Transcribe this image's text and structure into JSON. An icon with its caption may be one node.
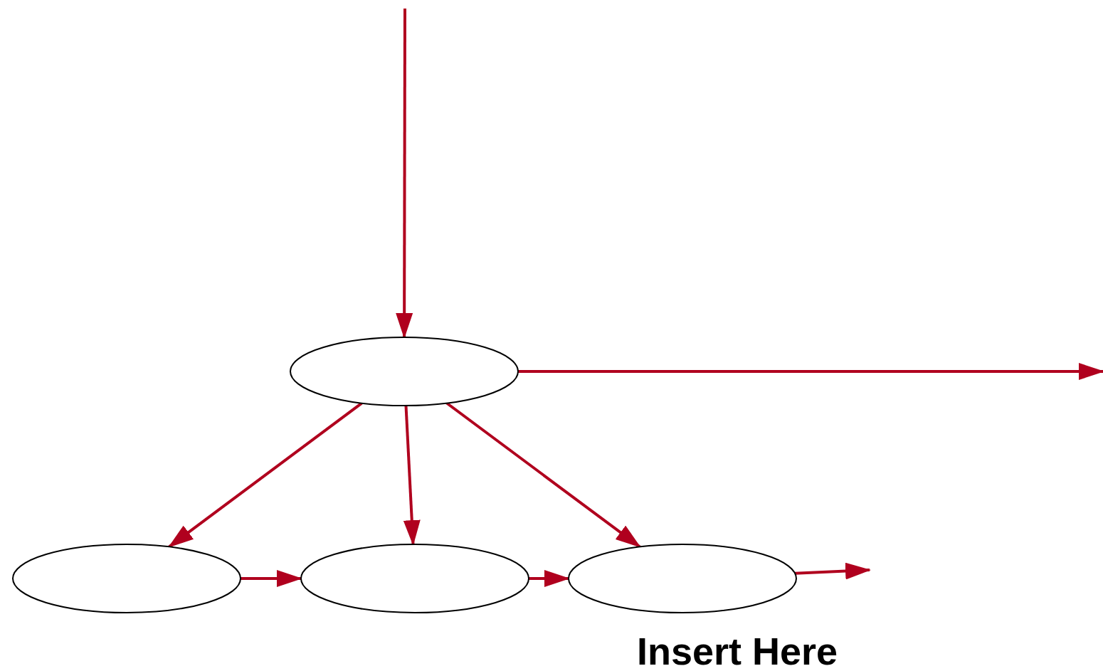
{
  "diagram": {
    "nodes": [
      {
        "text": [],
        "shape": "ellipse"
      },
      {
        "text": [],
        "shape": "ellipse"
      },
      {
        "text": [],
        "shape": "ellipse"
      },
      {
        "text": [],
        "shape": "ellipse"
      }
    ],
    "edges": [
      {
        "from": null,
        "to": 0,
        "arrow": "to"
      },
      {
        "from": 0,
        "to": null,
        "arrow": "to"
      },
      {
        "from": 0,
        "to": 1,
        "arrow": "to"
      },
      {
        "from": 0,
        "to": 2,
        "arrow": "to"
      },
      {
        "from": 0,
        "to": 3,
        "arrow": "to"
      },
      {
        "from": 1,
        "to": 2,
        "arrow": "to"
      },
      {
        "from": 2,
        "to": 3,
        "arrow": "to"
      },
      {
        "from": 3,
        "to": null,
        "arrow": "to"
      }
    ],
    "labels": [
      "Insert Here"
    ]
  }
}
